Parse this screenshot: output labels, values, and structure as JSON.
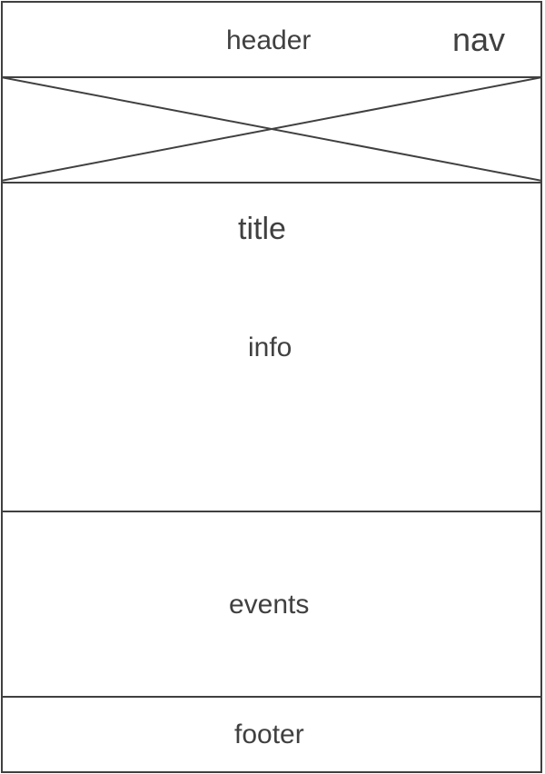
{
  "header": {
    "label": "header"
  },
  "nav": {
    "label": "nav"
  },
  "hero": {
    "icon": "image-placeholder-icon"
  },
  "main": {
    "title": "title",
    "info": "info"
  },
  "events": {
    "label": "events"
  },
  "footer": {
    "label": "footer"
  }
}
